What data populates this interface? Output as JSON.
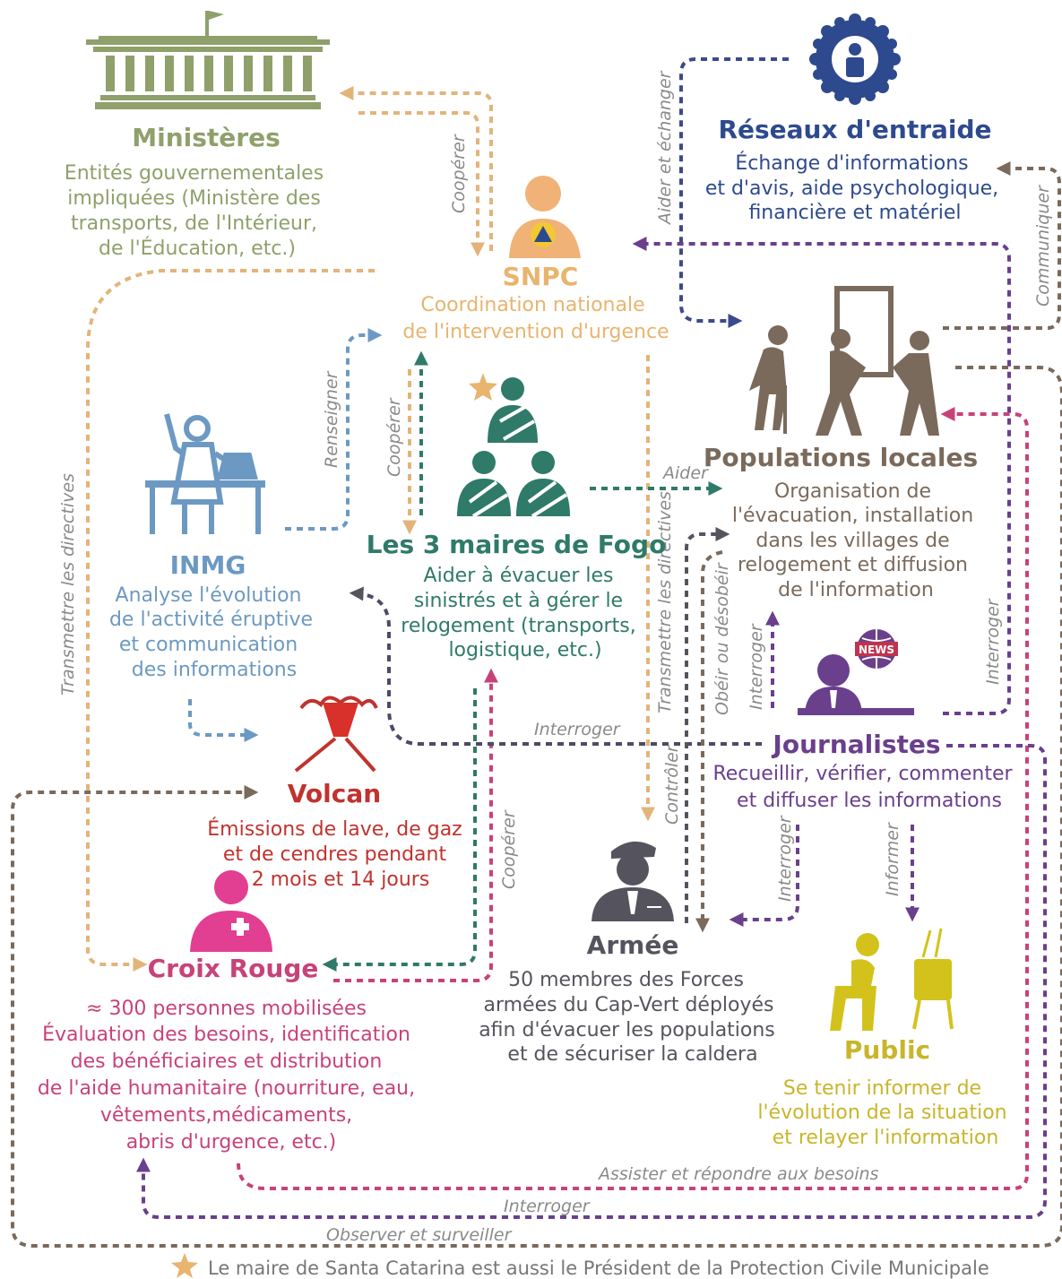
{
  "nodes": {
    "ministeres": {
      "title": "Ministères",
      "desc": [
        "Entités gouvernementales",
        "impliquées (Ministère des",
        "transports, de l'Intérieur,",
        "de l'Éducation, etc.)"
      ],
      "color": "#8fa06a",
      "icon": "government-building-icon"
    },
    "snpc": {
      "title": "SNPC",
      "desc": [
        "Coordination nationale",
        "de l'intervention d'urgence"
      ],
      "color": "#e8b46e",
      "icon": "civil-protection-person-icon"
    },
    "reseaux": {
      "title": "Réseaux d'entraide",
      "desc": [
        "Échange d'informations",
        "et d'avis, aide psychologique,",
        "financière et matériel"
      ],
      "color": "#2e4a8e",
      "icon": "network-gear-person-icon"
    },
    "populations": {
      "title": "Populations locales",
      "desc": [
        "Organisation de",
        "l'évacuation, installation",
        "dans les villages de",
        "relogement et diffusion",
        "de l'information"
      ],
      "color": "#7a6a5c",
      "icon": "people-carrying-icon"
    },
    "inmg": {
      "title": "INMG",
      "desc": [
        "Analyse l'évolution",
        "de l'activité éruptive",
        "et communication",
        "des informations"
      ],
      "color": "#6c99c2",
      "icon": "scientist-lab-icon"
    },
    "maires": {
      "title": "Les 3 maires de Fogo",
      "desc": [
        "Aider à évacuer les",
        "sinistrés et à gérer le",
        "relogement (transports,",
        "logistique, etc.)"
      ],
      "color": "#2f7a68",
      "icon": "three-mayors-icon"
    },
    "volcan": {
      "title": "Volcan",
      "desc": [
        "Émissions de lave, de gaz",
        "et de cendres pendant",
        "2 mois et 14 jours"
      ],
      "color": "#c0332e",
      "icon": "volcano-icon"
    },
    "journalistes": {
      "title": "Journalistes",
      "desc": [
        "Recueillir, vérifier, commenter",
        "et diffuser les informations"
      ],
      "color": "#6a3f8c",
      "icon": "news-anchor-icon"
    },
    "croix_rouge": {
      "title": "Croix Rouge",
      "desc": [
        "≈ 300 personnes mobilisées",
        "Évaluation des besoins, identification",
        "des bénéficiaires et distribution",
        "de l'aide humanitaire (nourriture, eau,",
        "vêtements,médicaments,",
        "abris d'urgence, etc.)"
      ],
      "color": "#c8427a",
      "icon": "red-cross-person-icon"
    },
    "armee": {
      "title": "Armée",
      "desc": [
        "50 membres des Forces",
        "armées du Cap-Vert déployés",
        "afin d'évacuer les populations",
        "et de sécuriser la caldera"
      ],
      "color": "#555560",
      "icon": "soldier-icon"
    },
    "public": {
      "title": "Public",
      "desc": [
        "Se tenir informer de",
        "l'évolution de la situation",
        "et relayer l'information"
      ],
      "color": "#c9b52a",
      "icon": "person-watching-tv-icon"
    }
  },
  "edge_labels": {
    "cooperer_ministeres_snpc": "Coopérer",
    "aider_echanger": "Aider et échanger",
    "communiquer": "Communiquer",
    "renseigner": "Renseigner",
    "cooperer_snpc_maires": "Coopérer",
    "aider": "Aider",
    "transmettre_gauche": "Transmettre les directives",
    "transmettre_droite": "Transmettre les directives",
    "obeir": "Obéir ou désobéir",
    "interroger_pop": "Interroger",
    "interroger_reseaux": "Interroger",
    "interroger_inmg": "Interroger",
    "controler": "Contrôler",
    "cooperer_croix": "Coopérer",
    "interroger_armee": "Interroger",
    "informer": "Informer",
    "assister": "Assister et répondre aux besoins",
    "interroger_bas": "Interroger",
    "observer": "Observer et surveiller"
  },
  "footnote": {
    "text": "Le maire de Santa Catarina est aussi le Président de  la Protection Civile Municipale",
    "icon": "star-icon"
  }
}
